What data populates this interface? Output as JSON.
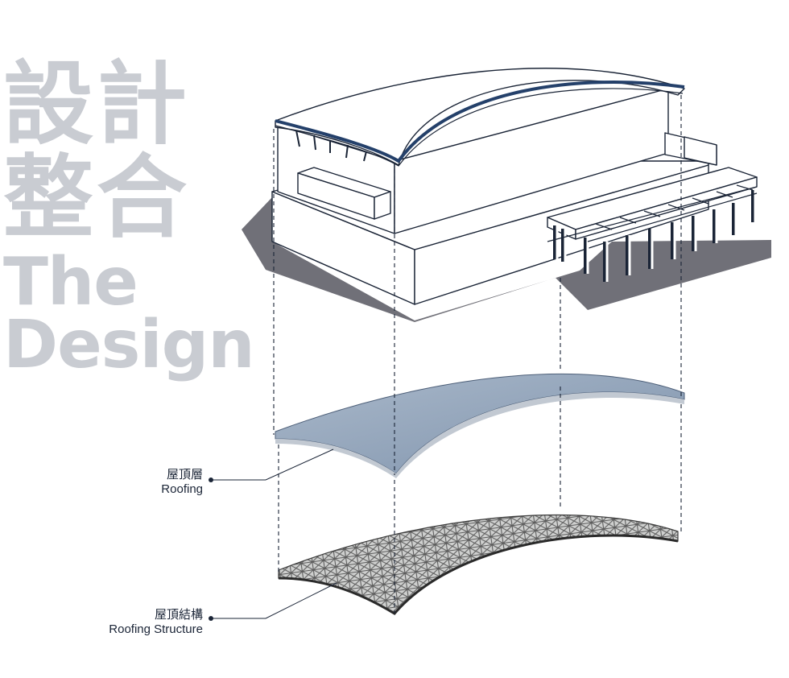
{
  "title": {
    "line1": "設計",
    "line2": "整合",
    "line3": "The",
    "line4": "Design"
  },
  "labels": {
    "roofing_zh": "屋頂層",
    "roofing_en": "Roofing",
    "structure_zh": "屋頂結構",
    "structure_en": "Roofing Structure"
  },
  "colors": {
    "title_gray": "#c9ccd2",
    "shadow": "#707078",
    "line": "#1a2436",
    "roof_blue": "#8fa3bb",
    "truss": "#6e6e6e"
  }
}
